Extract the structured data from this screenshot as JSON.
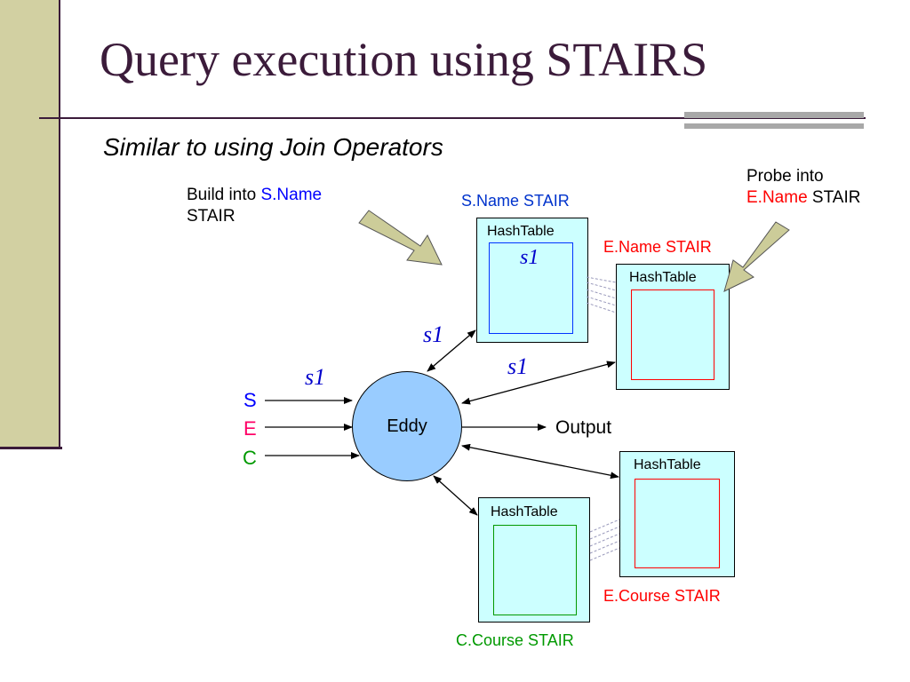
{
  "slide": {
    "title": "Query execution using STAIRS",
    "subtitle": "Similar to using Join Operators"
  },
  "annotations": {
    "build": {
      "prefix": "Build into ",
      "highlight": "S.Name",
      "suffix": "STAIR"
    },
    "probe": {
      "line1": "Probe into",
      "highlight": "E.Name",
      "suffix": " STAIR"
    }
  },
  "stairs": {
    "s_name": {
      "label": "S.Name STAIR",
      "table": "HashTable",
      "content": "s1"
    },
    "e_name": {
      "label": "E.Name STAIR",
      "table": "HashTable"
    },
    "e_course": {
      "label": "E.Course STAIR",
      "table": "HashTable"
    },
    "c_course": {
      "label": "C.Course STAIR",
      "table": "HashTable"
    }
  },
  "eddy": {
    "label": "Eddy",
    "output": "Output"
  },
  "inputs": [
    {
      "label": "S",
      "color": "#0000ff"
    },
    {
      "label": "E",
      "color": "#ff0066"
    },
    {
      "label": "C",
      "color": "#009900"
    }
  ],
  "tuples": {
    "input": "s1",
    "to_s_name": "s1",
    "to_e_name": "s1"
  },
  "colors": {
    "title": "#3b1b3a",
    "sidebar": "#d2d0a2",
    "stair_fill": "#ccffff",
    "eddy_fill": "#99ccff",
    "s_name_border": "#0033ff",
    "e_name_border": "#ff0000",
    "c_course_border": "#009900",
    "tuple_text": "#0000cc",
    "callout_arrow": "#cccc99"
  }
}
